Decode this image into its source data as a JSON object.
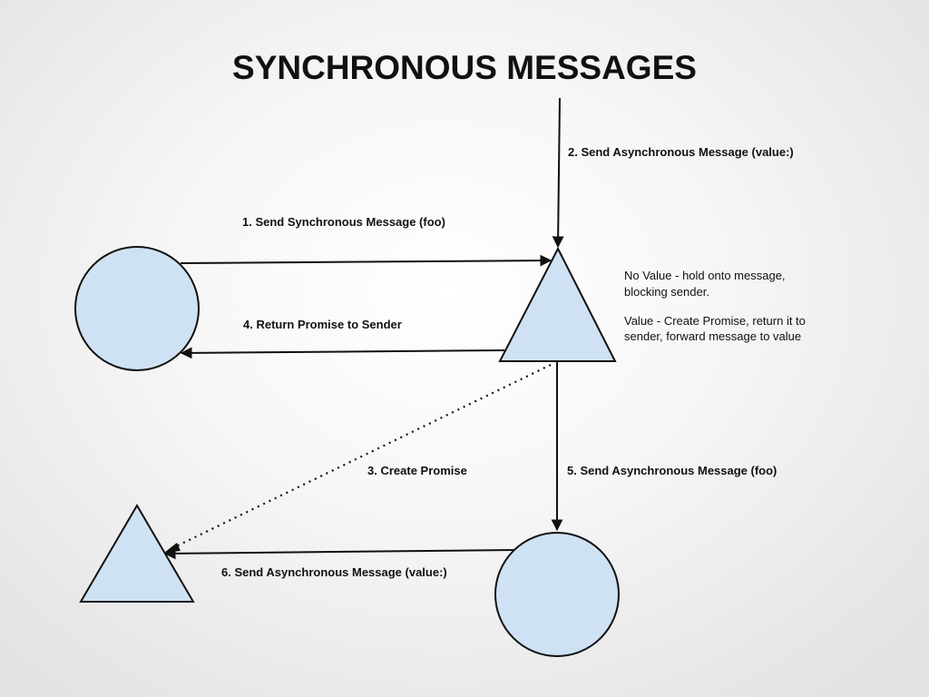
{
  "title": "SYNCHRONOUS MESSAGES",
  "labels": {
    "step1": "1. Send Synchronous Message (foo)",
    "step2": "2. Send Asynchronous Message (value:)",
    "step3": "3. Create Promise",
    "step4": "4. Return Promise to Sender",
    "step5": "5. Send Asynchronous Message (foo)",
    "step6": "6. Send Asynchronous Message (value:)"
  },
  "note": {
    "no_value_line1": "No Value - hold onto message,",
    "no_value_line2": "blocking sender.",
    "value_line1": "Value - Create Promise, return it to",
    "value_line2": "sender, forward message to value"
  },
  "colors": {
    "shape_fill": "#cfe2f3",
    "stroke": "#111111"
  }
}
